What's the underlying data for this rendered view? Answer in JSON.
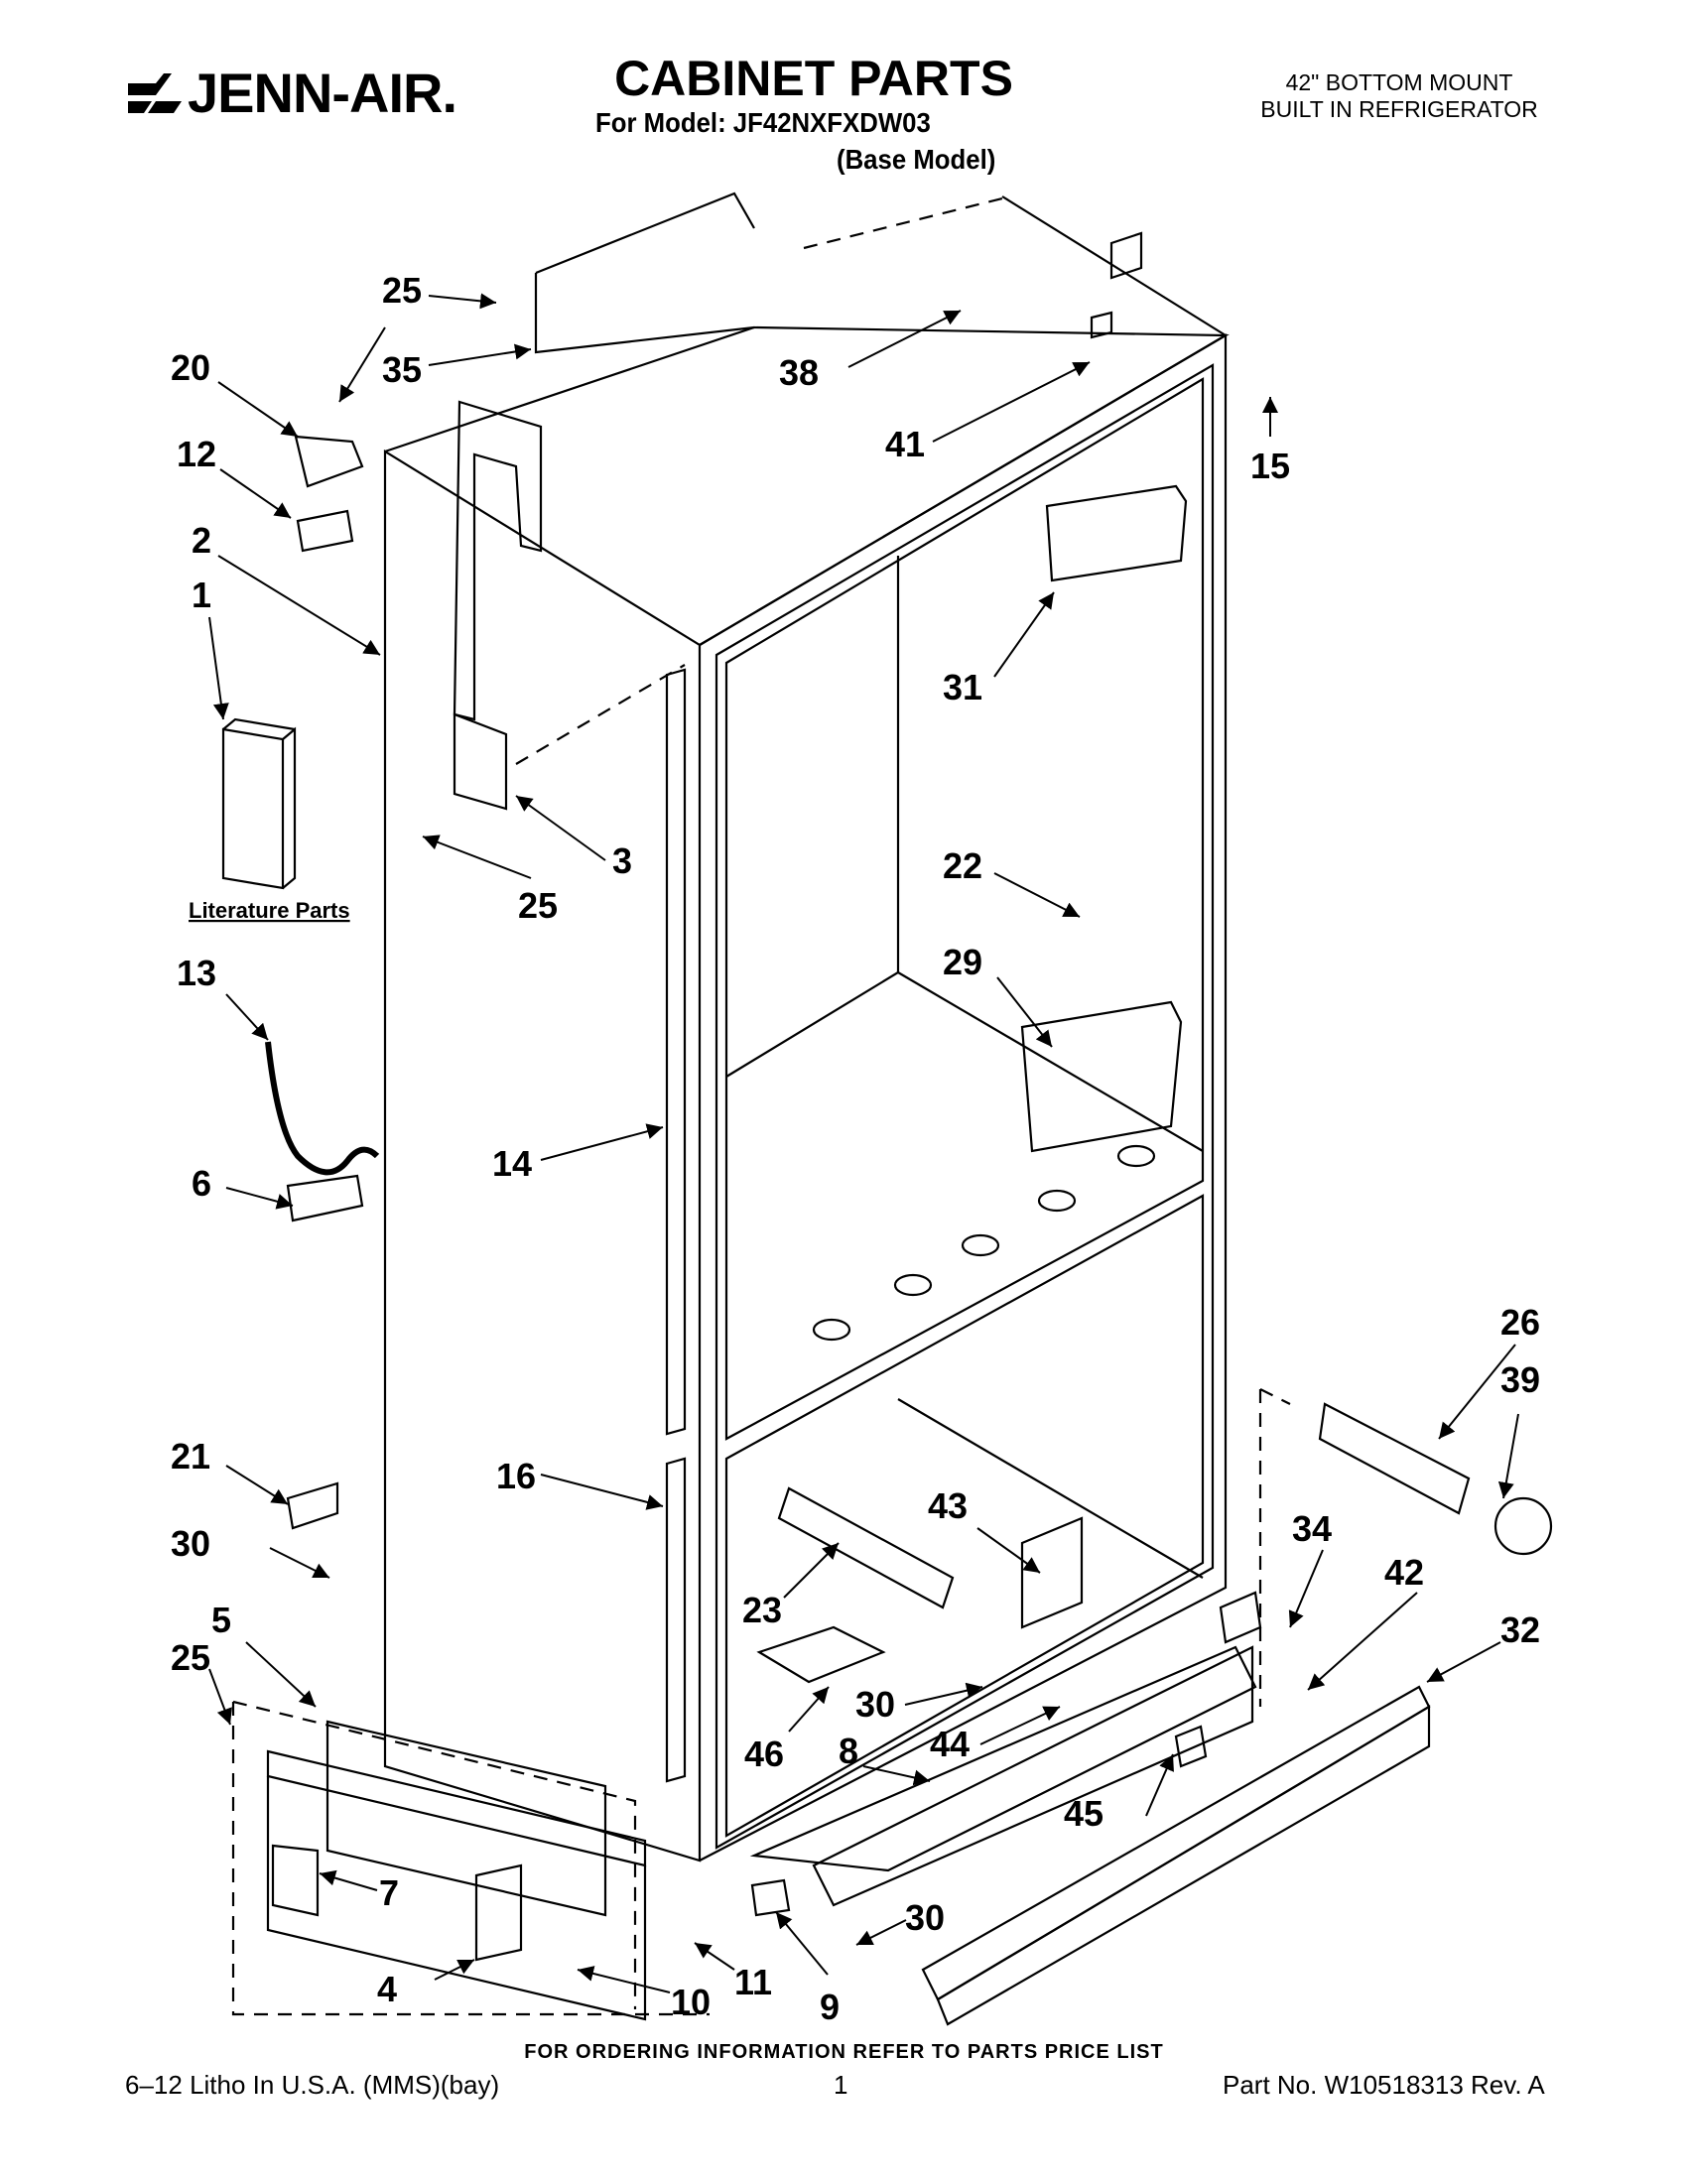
{
  "header": {
    "brand": "JENN-AIR.",
    "title": "CABINET PARTS",
    "model_line": "For Model: JF42NXFXDW03",
    "model_sub": "(Base Model)",
    "description_line1": "42\" BOTTOM MOUNT",
    "description_line2": "BUILT IN REFRIGERATOR"
  },
  "literature_label": "Literature Parts",
  "callouts": [
    "25",
    "35",
    "20",
    "12",
    "2",
    "1",
    "3",
    "25",
    "13",
    "6",
    "14",
    "21",
    "30",
    "5",
    "25",
    "7",
    "4",
    "10",
    "11",
    "9",
    "30",
    "16",
    "38",
    "41",
    "15",
    "31",
    "22",
    "29",
    "43",
    "23",
    "46",
    "8",
    "30",
    "44",
    "26",
    "39",
    "34",
    "42",
    "32",
    "45"
  ],
  "footer": {
    "ordering_note": "FOR ORDERING INFORMATION REFER TO PARTS PRICE LIST",
    "litho": "6–12 Litho In U.S.A. (MMS)(bay)",
    "page": "1",
    "part_no": "Part No. W10518313 Rev. A"
  }
}
